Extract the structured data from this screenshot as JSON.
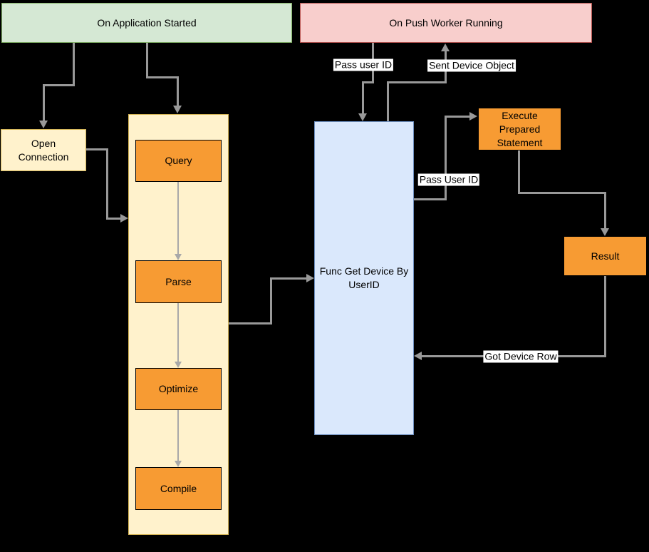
{
  "colors": {
    "bg": "#000000",
    "text": "#000000",
    "edge": "#999999",
    "edge_thin": "#a9a9a9",
    "label_bg": "#ffffff",
    "green_fill": "#d5e8d4",
    "green_border": "#82b366",
    "red_fill": "#f8cecc",
    "red_border": "#b85450",
    "yellow_fill": "#fff2cc",
    "yellow_border": "#d6b656",
    "orange_fill": "#f79b33",
    "orange_border": "#000000",
    "blue_fill": "#dae8fc",
    "blue_border": "#6c8ebf"
  },
  "nodes": {
    "on_application_started": {
      "label": "On Application Started"
    },
    "on_push_worker_running": {
      "label": "On Push Worker Running"
    },
    "open_connection": {
      "label": "Open Connection"
    },
    "query": {
      "label": "Query"
    },
    "parse": {
      "label": "Parse"
    },
    "optimize": {
      "label": "Optimize"
    },
    "compile": {
      "label": "Compile"
    },
    "func_get_device_by_userid": {
      "label": "Func Get Device By UserID"
    },
    "execute_prepared_statement": {
      "label": "Execute Prepared Statement"
    },
    "result": {
      "label": "Result"
    }
  },
  "edge_labels": {
    "pass_user_id_top": "Pass user ID",
    "sent_device_object": "Sent Device Object",
    "pass_user_id_mid": "Pass User ID",
    "got_device_row": "Got Device Row"
  }
}
